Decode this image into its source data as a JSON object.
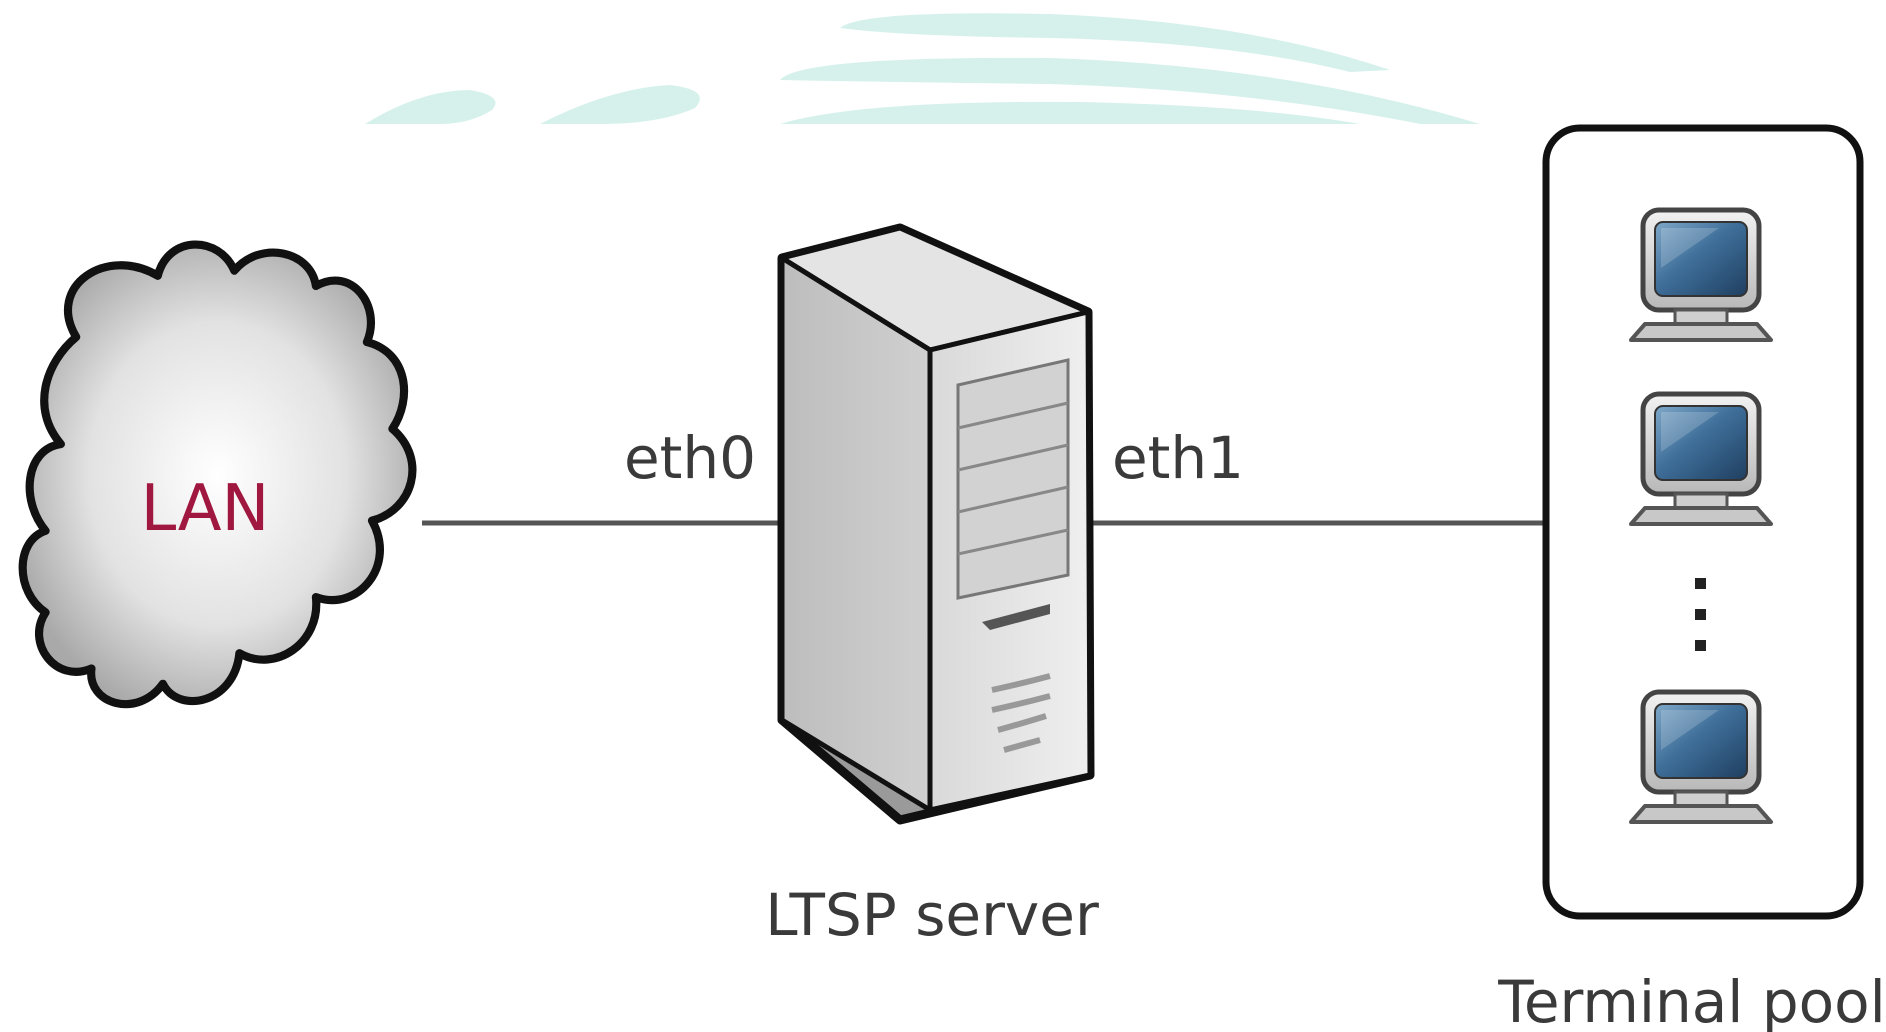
{
  "colors": {
    "lan_label": "#a0173f",
    "text": "#3a3a3a",
    "link": "#555555",
    "outline": "#111111",
    "swoosh": "#d6f1ec",
    "screen": "#3f6f9a"
  },
  "icons": {
    "cloud": "cloud-icon",
    "server": "server-tower-icon",
    "terminal": "terminal-monitor-icon"
  },
  "network": {
    "lan": {
      "label": "LAN"
    },
    "server": {
      "label": "LTSP server"
    },
    "pool": {
      "label": "Terminal pool"
    },
    "links": [
      {
        "interface": "eth0"
      },
      {
        "interface": "eth1"
      }
    ]
  }
}
